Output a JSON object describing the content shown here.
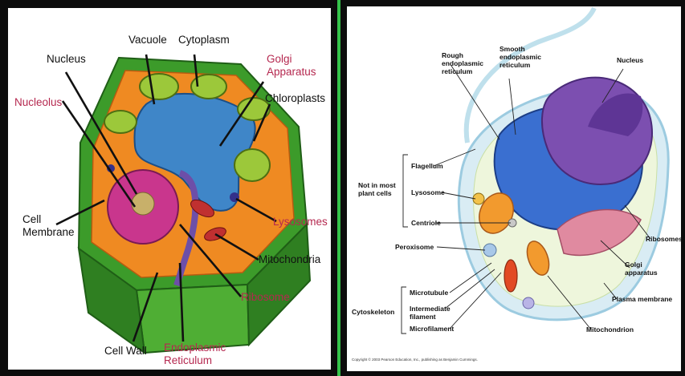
{
  "plant_cell": {
    "labels": {
      "vacuole": "Vacuole",
      "cytoplasm": "Cytoplasm",
      "nucleus": "Nucleus",
      "golgi": "Golgi\nApparatus",
      "nucleolus": "Nucleolus",
      "chloroplasts": "Chloroplasts",
      "cell_membrane": "Cell\nMembrane",
      "lysosomes": "Lysosomes",
      "mitochondria": "Mitochondria",
      "ribosome": "Ribosome",
      "cell_wall": "Cell Wall",
      "endoplasmic_reticulum": "Endoplasmic\nReticulum"
    },
    "colors": {
      "label_red": "#b5284f",
      "wall_green": "#3c9b2a",
      "cytoplasm_orange": "#ef8a22",
      "vacuole_blue": "#3f86c8",
      "nucleus_pink": "#c9368d",
      "chloroplast_green": "#9cc83a"
    }
  },
  "animal_cell": {
    "labels": {
      "rough_er": "Rough\nendoplasmic\nreticulum",
      "smooth_er": "Smooth\nendoplasmic\nreticulum",
      "nucleus": "Nucleus",
      "flagellum": "Flagellum",
      "not_in_most": "Not in most\nplant cells",
      "lysosome": "Lysosome",
      "centriole": "Centriole",
      "peroxisome": "Peroxisome",
      "ribosomes": "Ribosomes",
      "golgi": "Golgi\napparatus",
      "plasma_membrane": "Plasma membrane",
      "cytoskeleton": "Cytoskeleton",
      "microtubule": "Microtubule",
      "intermediate": "Intermediate\nfilament",
      "microfilament": "Microfilament",
      "mitochondrion": "Mitochondrion",
      "copyright": "Copyright © 2003 Pearson Education, Inc., publishing as Benjamin Cummings."
    },
    "colors": {
      "membrane_light": "#d9ecf4",
      "er_blue": "#3a6fd0",
      "nucleus_purple": "#7c4fb0",
      "golgi_pink": "#e08aa0",
      "mito_orange": "#f29a2e"
    }
  }
}
